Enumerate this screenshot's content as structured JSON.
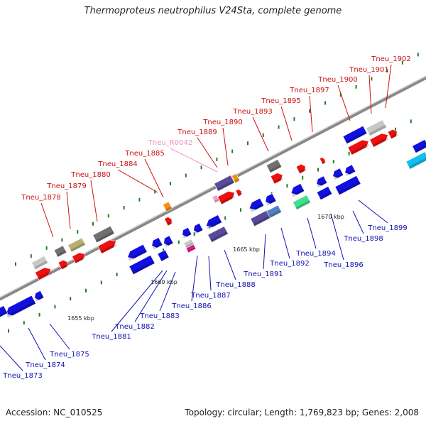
{
  "title": "Thermoproteus neutrophilus V24Sta, complete genome",
  "footer": {
    "accession": "Accession: NC_010525",
    "summary": "Topology: circular; Length: 1,769,823 bp; Genes: 2,008"
  },
  "scale": {
    "ticks": [
      "1655 kbp",
      "1660 kbp",
      "1665 kbp",
      "1670 kbp"
    ]
  },
  "colors": {
    "backbone": "#888888",
    "blue": "#1010e0",
    "red": "#ee1010",
    "gray": "#707070",
    "lightgray": "#c8c8c8",
    "olive": "#b8b070",
    "slate": "#5a4a9a",
    "steel": "#5080c0",
    "orange": "#f59010",
    "pink": "#f8a0c8",
    "magenta": "#e01880",
    "green": "#40e090",
    "cyan": "#10c0f0",
    "tick": "#208020",
    "label_top": "#cc1010",
    "label_rna": "#f090c0",
    "label_bottom": "#1010b0"
  },
  "top_labels": [
    {
      "text": "Tneu_1878",
      "kind": "gene"
    },
    {
      "text": "Tneu_1879",
      "kind": "gene"
    },
    {
      "text": "Tneu_1880",
      "kind": "gene"
    },
    {
      "text": "Tneu_1884",
      "kind": "gene"
    },
    {
      "text": "Tneu_1885",
      "kind": "gene"
    },
    {
      "text": "Tneu_R0042",
      "kind": "rna"
    },
    {
      "text": "Tneu_1889",
      "kind": "gene"
    },
    {
      "text": "Tneu_1890",
      "kind": "gene"
    },
    {
      "text": "Tneu_1893",
      "kind": "gene"
    },
    {
      "text": "Tneu_1895",
      "kind": "gene"
    },
    {
      "text": "Tneu_1897",
      "kind": "gene"
    },
    {
      "text": "Tneu_1900",
      "kind": "gene"
    },
    {
      "text": "Tneu_1901",
      "kind": "gene"
    },
    {
      "text": "Tneu_1902",
      "kind": "gene"
    }
  ],
  "bottom_labels": [
    {
      "text": "Tneu_1873"
    },
    {
      "text": "Tneu_1874"
    },
    {
      "text": "Tneu_1875"
    },
    {
      "text": "Tneu_1881"
    },
    {
      "text": "Tneu_1882"
    },
    {
      "text": "Tneu_1883"
    },
    {
      "text": "Tneu_1886"
    },
    {
      "text": "Tneu_1887"
    },
    {
      "text": "Tneu_1888"
    },
    {
      "text": "Tneu_1891"
    },
    {
      "text": "Tneu_1892"
    },
    {
      "text": "Tneu_1894"
    },
    {
      "text": "Tneu_1896"
    },
    {
      "text": "Tneu_1898"
    },
    {
      "text": "Tneu_1899"
    }
  ]
}
